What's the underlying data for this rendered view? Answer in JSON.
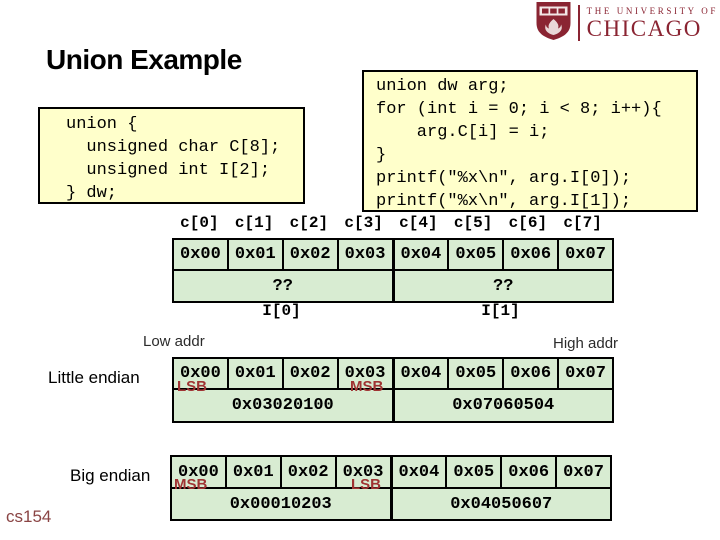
{
  "title": "Union Example",
  "logo": {
    "line1": "THE UNIVERSITY OF",
    "line2": "CHICAGO"
  },
  "code_left": {
    "lines": [
      "union {",
      "  unsigned char C[8];",
      "  unsigned int I[2];",
      "} dw;"
    ]
  },
  "code_right": {
    "lines": [
      "union dw arg;",
      "for (int i = 0; i < 8; i++){",
      "    arg.C[i] = i;",
      "}",
      "printf(\"%x\\n\", arg.I[0]);",
      "printf(\"%x\\n\", arg.I[1]);"
    ]
  },
  "byte_labels": [
    "c[0]",
    "c[1]",
    "c[2]",
    "c[3]",
    "c[4]",
    "c[5]",
    "c[6]",
    "c[7]"
  ],
  "byte_values": [
    "0x00",
    "0x01",
    "0x02",
    "0x03",
    "0x04",
    "0x05",
    "0x06",
    "0x07"
  ],
  "word_placeholders": [
    "??",
    "??"
  ],
  "word_labels": [
    "I[0]",
    "I[1]"
  ],
  "addr": {
    "low": "Low addr",
    "high": "High addr"
  },
  "little_endian": {
    "label": "Little endian",
    "first_byte_marker": "LSB",
    "fourth_byte_marker": "MSB",
    "words": [
      "0x03020100",
      "0x07060504"
    ]
  },
  "big_endian": {
    "label": "Big endian",
    "first_byte_marker": "MSB",
    "fourth_byte_marker": "LSB",
    "words": [
      "0x00010203",
      "0x04050607"
    ]
  },
  "footer": "cs154",
  "colors": {
    "maroon": "#8a2432",
    "code_box_bg": "#ffffcb",
    "cell_bg": "#d8ecd2",
    "marker_red": "#a03333"
  }
}
